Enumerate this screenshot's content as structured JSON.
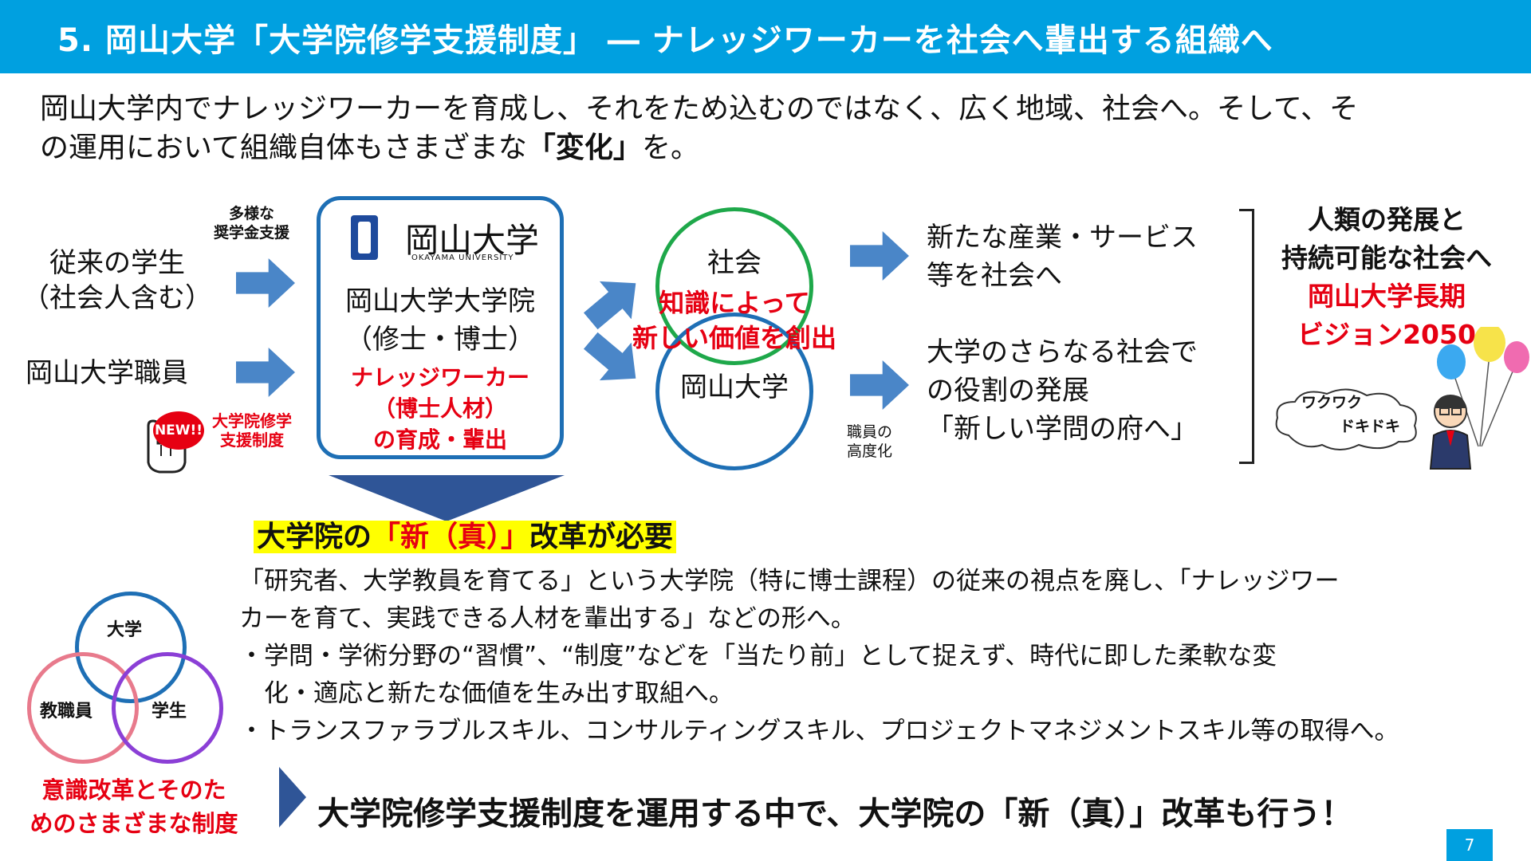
{
  "header": {
    "title": "5. 岡山大学「大学院修学支援制度」 ― ナレッジワーカーを社会へ輩出する組織へ"
  },
  "intro": {
    "line1": "岡山大学内でナレッジワーカーを育成し、それをため込むのではなく、広く地域、社会へ。そして、そ",
    "line2_a": "の運用において組織自体もさまざまな",
    "line2_b": "「変化」",
    "line2_c": "を。"
  },
  "left": {
    "scholarship": "多様な\n奨学金支援",
    "students": "従来の学生\n（社会人含む）",
    "staff": "岡山大学職員",
    "new_badge": "NEW!!",
    "new_label": "大学院修学\n支援制度"
  },
  "center": {
    "logo_text": "岡山大学",
    "logo_sub": "OKAYAMA UNIVERSITY",
    "title": "岡山大学大学院\n（修士・博士）",
    "red_text": "ナレッジワーカー\n（博士人材）\nの育成・輩出"
  },
  "circles": {
    "society": "社会",
    "univ": "岡山大学",
    "overlap": "知識によって\n新しい価値を創出"
  },
  "right": {
    "item1": "新たな産業・サービス\n等を社会へ",
    "item2": "大学のさらなる社会で\nの役割の発展\n「新しい学問の府へ」",
    "staff_up": "職員の\n高度化",
    "vision_black": "人類の発展と\n持続可能な社会へ",
    "vision_red": "岡山大学長期\nビジョン2050",
    "cloud1": "ワクワク",
    "cloud2": "ドキドキ"
  },
  "reform": {
    "heading_a": "大学院の",
    "heading_b": "「新（真）」",
    "heading_c": "改革が必要",
    "p1": "「研究者、大学教員を育てる」という大学院（特に博士課程）の従来の視点を廃し、「ナレッジワー",
    "p2": "カーを育て、実践できる人材を輩出する」などの形へ。",
    "p3": "・学問・学術分野の“習慣”、“制度”などを「当たり前」として捉えず、時代に即した柔軟な変",
    "p4": "　化・適応と新たな価値を生み出す取組へ。",
    "p5": "・トランスファラブルスキル、コンサルティングスキル、プロジェクトマネジメントスキル等の取得へ。"
  },
  "venn": {
    "univ": "大学",
    "staff": "教職員",
    "student": "学生",
    "caption": "意識改革とそのた\nめのさまざまな制度",
    "colors": {
      "univ": "#1E6FB5",
      "staff": "#E87A8C",
      "student": "#8B3FD6"
    }
  },
  "bottom": {
    "message": "大学院修学支援制度を運用する中で、大学院の「新（真）」改革も行う！"
  },
  "page_number": "7",
  "colors": {
    "header": "#00A0E0",
    "arrow": "#4A86C8",
    "red": "#E60012",
    "highlight": "#FFFF00",
    "society_circle": "#1EA84A",
    "univ_circle": "#1E6FB5"
  }
}
